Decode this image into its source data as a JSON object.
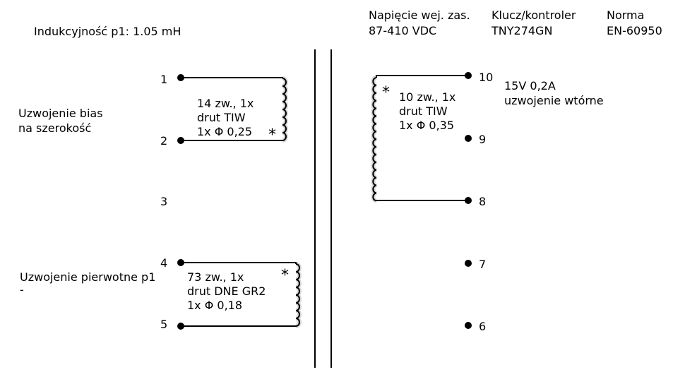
{
  "header": {
    "inductance": "Indukcyjność p1: 1.05 mH",
    "supply_label": "Napięcie wej. zas.",
    "supply_value": "87-410 VDC",
    "controller_label": "Klucz/kontroler",
    "controller_value": "TNY274GN",
    "standard_label": "Norma",
    "standard_value": "EN-60950"
  },
  "windings": {
    "bias": {
      "name_line1": "Uzwojenie bias",
      "name_line2": "na szerokość",
      "spec_line1": "14 zw., 1x",
      "spec_line2": "drut TIW",
      "spec_line3": "1x Φ 0,25",
      "dot_mark": "*"
    },
    "primary": {
      "name_line1": "Uzwojenie pierwotne p1",
      "name_line2": "-",
      "spec_line1": "73 zw., 1x",
      "spec_line2": "drut DNE GR2",
      "spec_line3": "1x Φ 0,18",
      "dot_mark": "*"
    },
    "secondary": {
      "name_line1": "15V 0,2A",
      "name_line2": "uzwojenie wtórne",
      "spec_line1": "10 zw., 1x",
      "spec_line2": "drut TIW",
      "spec_line3": "1x Φ 0,35",
      "dot_mark": "*"
    }
  },
  "pins": {
    "p1": "1",
    "p2": "2",
    "p3": "3",
    "p4": "4",
    "p5": "5",
    "p6": "6",
    "p7": "7",
    "p8": "8",
    "p9": "9",
    "p10": "10"
  }
}
